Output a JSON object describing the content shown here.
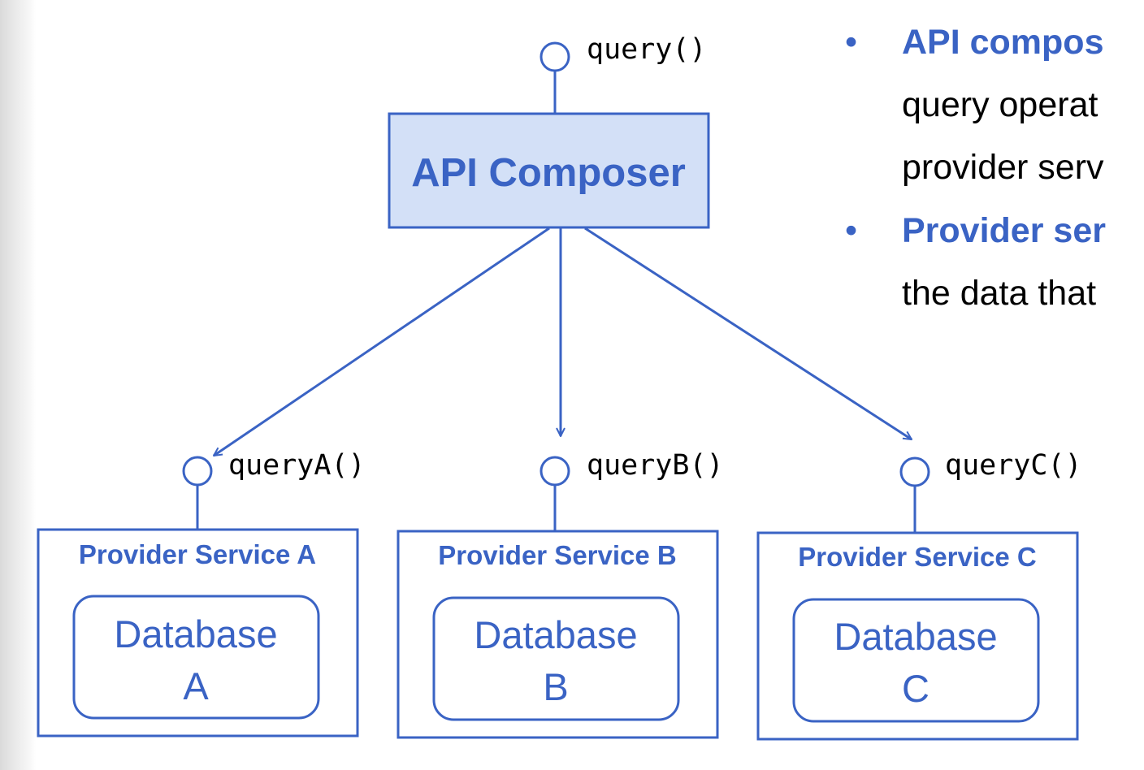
{
  "diagram": {
    "composer": {
      "label": "API Composer",
      "interface": "query()"
    },
    "providers": [
      {
        "title": "Provider Service A",
        "db_line1": "Database",
        "db_line2": "A",
        "interface": "queryA()"
      },
      {
        "title": "Provider Service B",
        "db_line1": "Database",
        "db_line2": "B",
        "interface": "queryB()"
      },
      {
        "title": "Provider Service C",
        "db_line1": "Database",
        "db_line2": "C",
        "interface": "queryC()"
      }
    ]
  },
  "bullets": [
    {
      "marker": "•",
      "highlight": "API compos",
      "text": ""
    },
    {
      "marker": "",
      "highlight": "",
      "text": "query operat"
    },
    {
      "marker": "",
      "highlight": "",
      "text": "provider serv"
    },
    {
      "marker": "•",
      "highlight": "Provider ser",
      "text": ""
    },
    {
      "marker": "",
      "highlight": "",
      "text": "the data that"
    }
  ],
  "colors": {
    "accent": "#3a63c4",
    "composer_fill": "#d3e0f7",
    "text": "#000000"
  }
}
